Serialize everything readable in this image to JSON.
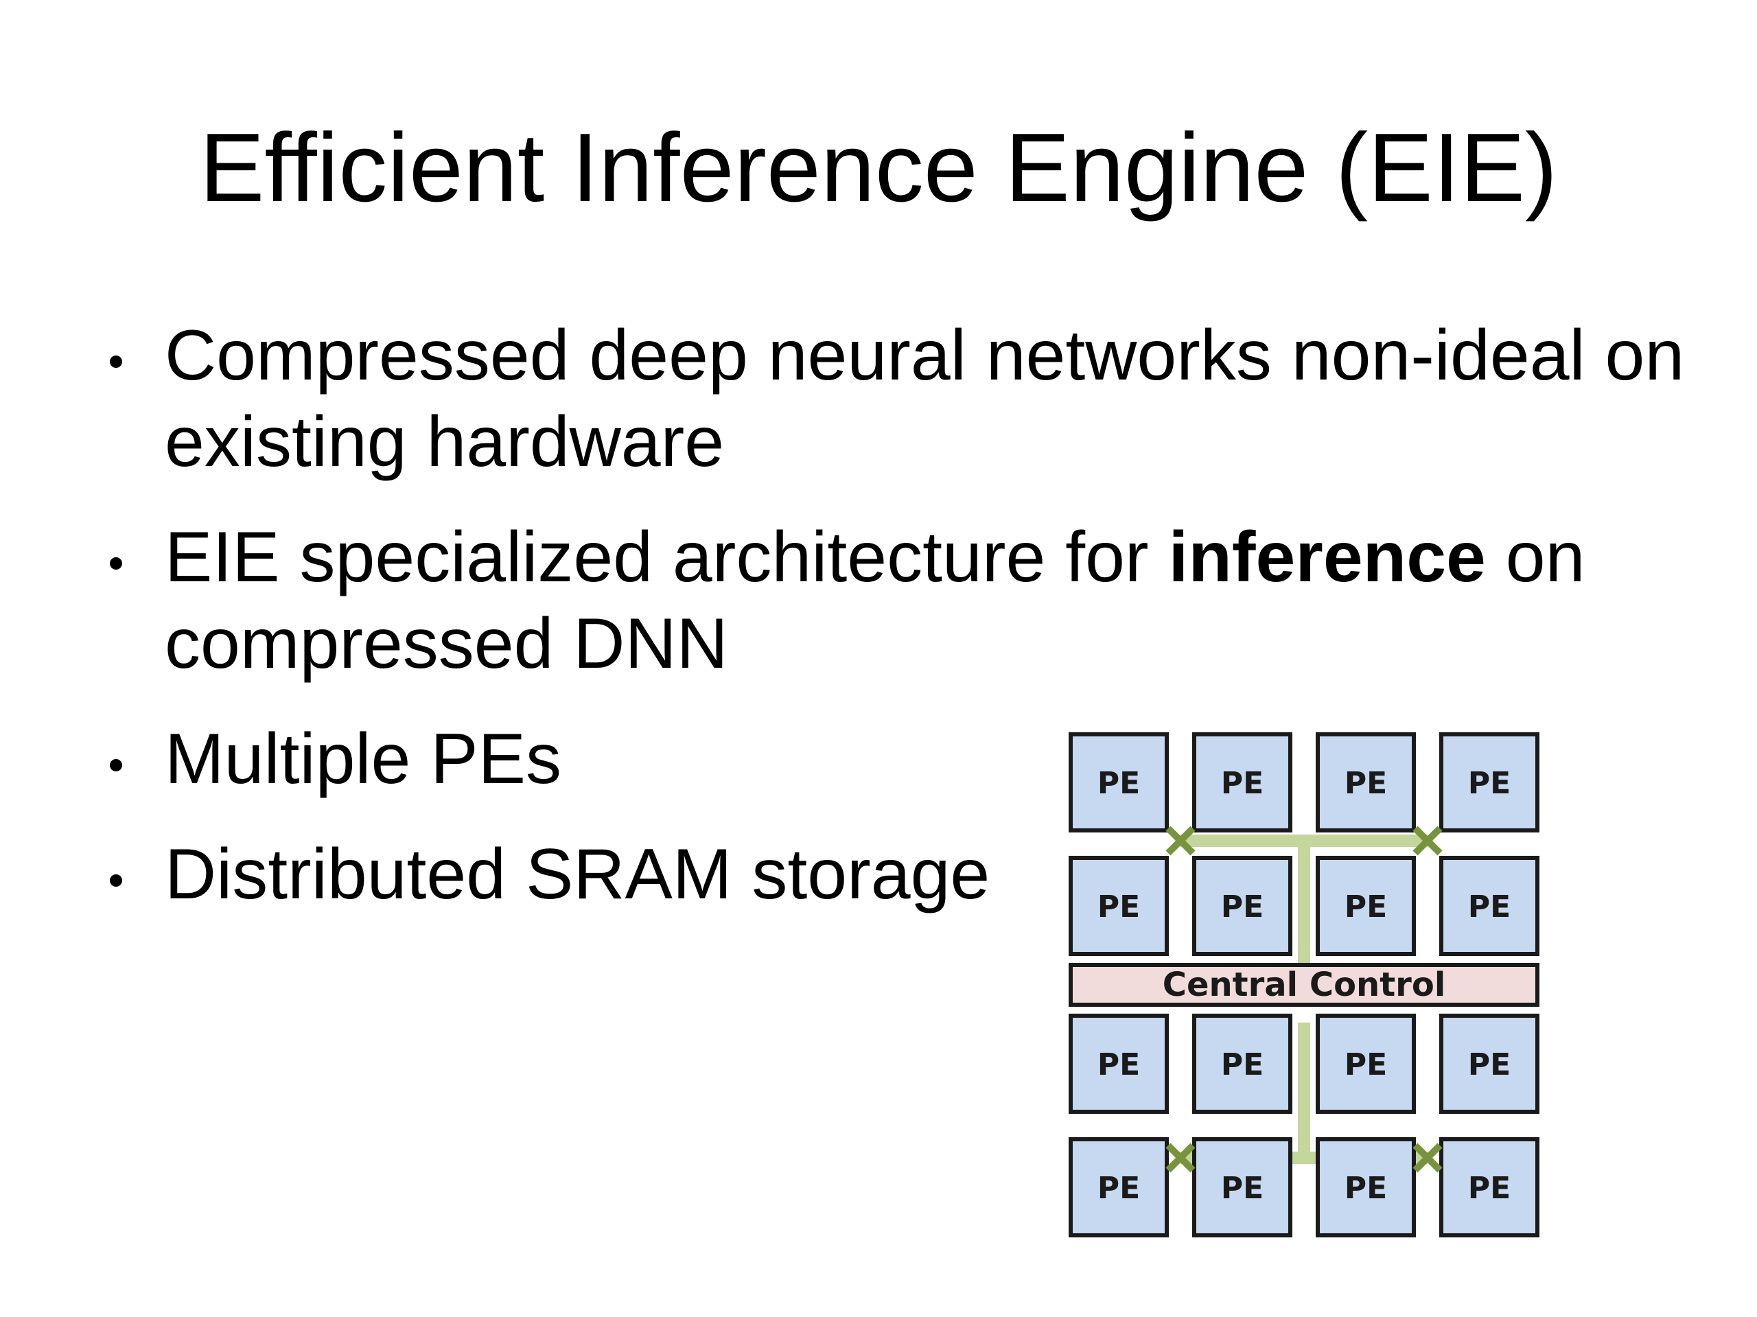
{
  "slide": {
    "title": "Efficient Inference Engine (EIE)"
  },
  "bullets": [
    {
      "segments": [
        {
          "text": "Compressed deep neural networks non-ideal on existing hardware",
          "bold": false
        }
      ]
    },
    {
      "segments": [
        {
          "text": "EIE specialized architecture for ",
          "bold": false
        },
        {
          "text": "inference",
          "bold": true
        },
        {
          "text": " on compressed DNN",
          "bold": false
        }
      ]
    },
    {
      "segments": [
        {
          "text": "Multiple PEs",
          "bold": false
        }
      ]
    },
    {
      "segments": [
        {
          "text": "Distributed SRAM storage",
          "bold": false
        }
      ]
    }
  ],
  "diagram": {
    "pe_label": "PE",
    "control_label": "Central Control",
    "colors": {
      "pe_fill": "#c6d9f1",
      "control_fill": "#f2dcdb",
      "interconnect": "#c3d69b",
      "junction": "#77933c",
      "outline": "#1a1a1a"
    }
  }
}
